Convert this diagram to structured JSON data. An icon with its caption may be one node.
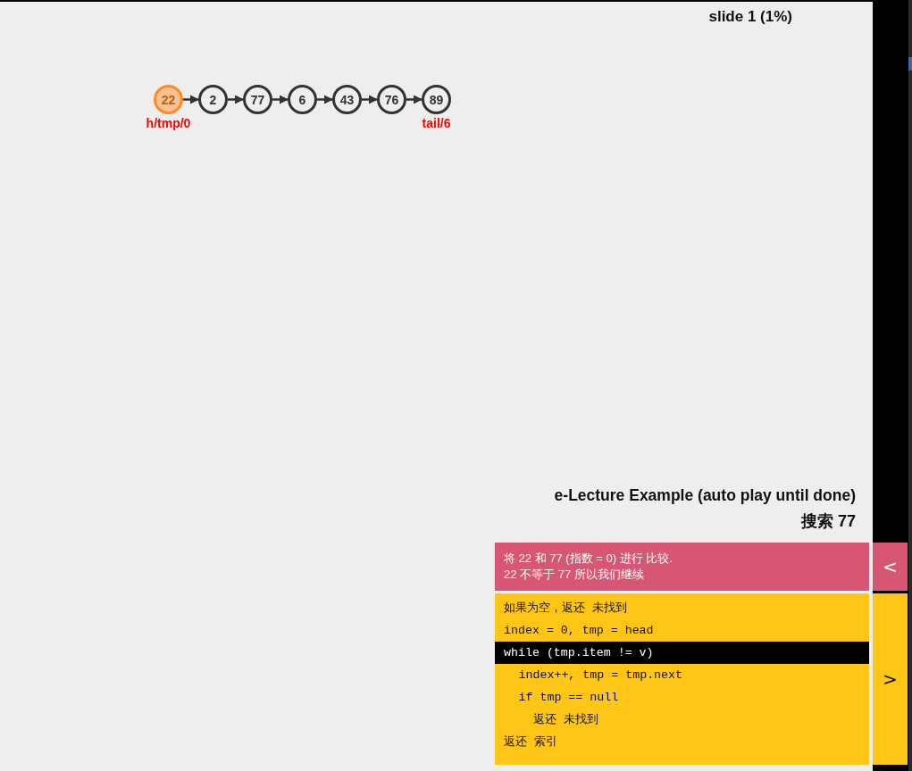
{
  "diagram": {
    "nodes": [
      {
        "text": [
          "22"
        ],
        "beside": [
          "h/tmp/0"
        ]
      },
      {
        "text": [
          "2"
        ]
      },
      {
        "text": [
          "77"
        ]
      },
      {
        "text": [
          "6"
        ]
      },
      {
        "text": [
          "43"
        ]
      },
      {
        "text": [
          "76"
        ]
      },
      {
        "text": [
          "89"
        ],
        "beside": [
          "tail/6"
        ]
      },
      {
        "text": [
          "将 22 和 77 (指数 = 0) 进行 比较.",
          "22 不等于 77 所以我们继续"
        ]
      },
      {
        "text": [
          "<"
        ]
      },
      {
        "text": [
          "如果为空，返还 未找到",
          "index = 0, tmp = head",
          "index++, tmp = tmp.next",
          "if tmp == null",
          "返还 未找到",
          "返还 索引"
        ]
      },
      {
        "text": [
          "while (tmp.item != v)"
        ],
        "in": 9
      },
      {
        "text": [
          ">"
        ]
      }
    ],
    "edges": [
      {
        "from": 0,
        "to": 1,
        "arrow": "to"
      },
      {
        "from": 1,
        "to": 2,
        "arrow": "to"
      },
      {
        "from": 2,
        "to": 3,
        "arrow": "to"
      },
      {
        "from": 3,
        "to": 4,
        "arrow": "to"
      },
      {
        "from": 4,
        "to": 5,
        "arrow": "to"
      },
      {
        "from": 5,
        "to": 6,
        "arrow": "to"
      }
    ],
    "labels": [
      "slide 1 (1%)",
      "e-Lecture Example (auto play until done)",
      "搜索 77"
    ]
  }
}
